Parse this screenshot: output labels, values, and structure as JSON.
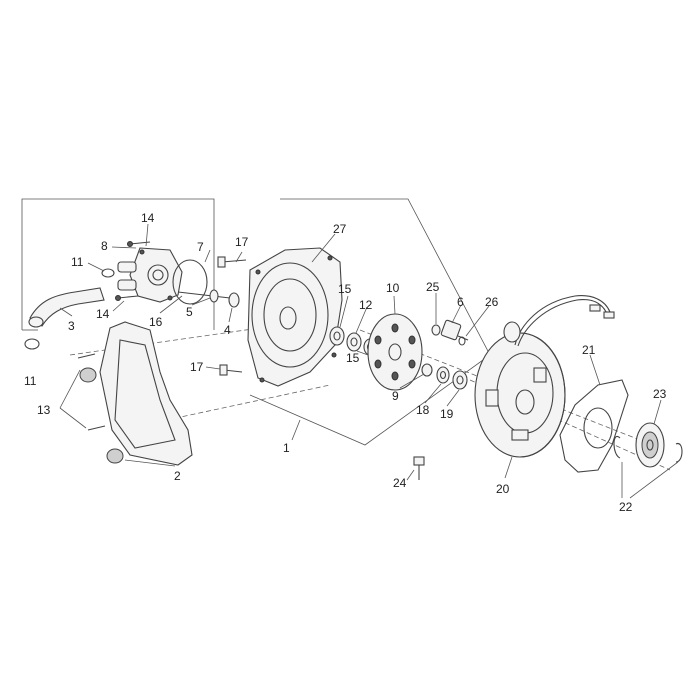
{
  "labels": {
    "p1": "1",
    "p2": "2",
    "p3": "3",
    "p4": "4",
    "p5": "5",
    "p6": "6",
    "p7": "7",
    "p8": "8",
    "p9": "9",
    "p10": "10",
    "p11a": "11",
    "p11b": "11",
    "p12": "12",
    "p13": "13",
    "p14a": "14",
    "p14b": "14",
    "p15a": "15",
    "p15b": "15",
    "p16": "16",
    "p17a": "17",
    "p17b": "17",
    "p18": "18",
    "p19": "19",
    "p20": "20",
    "p21": "21",
    "p22": "22",
    "p23": "23",
    "p24": "24",
    "p25": "25",
    "p26": "26",
    "p27": "27"
  }
}
